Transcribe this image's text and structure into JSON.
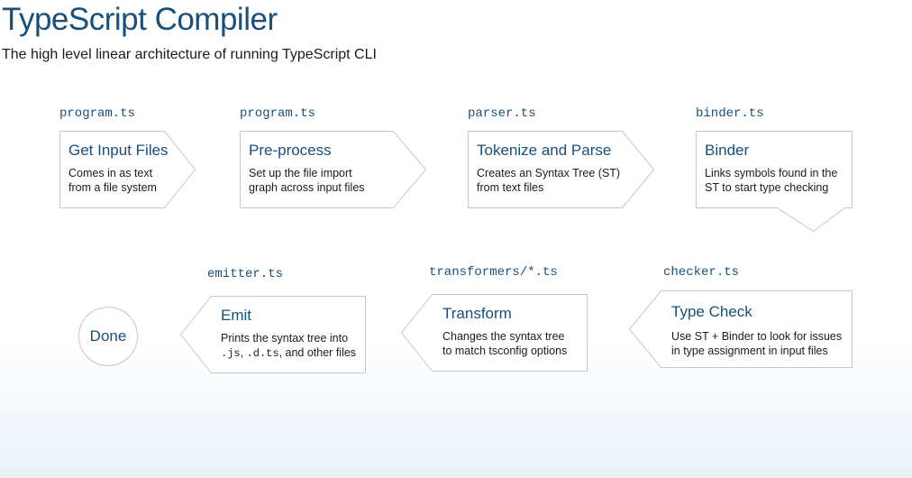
{
  "header": {
    "title": "TypeScript Compiler",
    "subtitle": "The high level linear architecture of running TypeScript CLI"
  },
  "steps": [
    {
      "file": "program.ts",
      "title": "Get Input Files",
      "desc_line1": "Comes in as text",
      "desc_line2": "from a file system"
    },
    {
      "file": "program.ts",
      "title": "Pre-process",
      "desc_line1": "Set up the file import",
      "desc_line2": "graph across input files"
    },
    {
      "file": "parser.ts",
      "title": "Tokenize and Parse",
      "desc_line1": "Creates an Syntax Tree (ST)",
      "desc_line2": "from text files"
    },
    {
      "file": "binder.ts",
      "title": "Binder",
      "desc_line1": "Links symbols found in the",
      "desc_line2": "ST to start type checking"
    },
    {
      "file": "checker.ts",
      "title": "Type Check",
      "desc_line1": "Use ST + Binder to look for issues",
      "desc_line2": "in type assignment in input files"
    },
    {
      "file": "transformers/*.ts",
      "title": "Transform",
      "desc_line1": "Changes the syntax tree",
      "desc_line2": "to match tsconfig options"
    },
    {
      "file": "emitter.ts",
      "title": "Emit",
      "desc_line1": "Prints the syntax tree into",
      "desc_js": ".js",
      "desc_sep": ", ",
      "desc_dts": ".d.ts",
      "desc_tail": ", and other files"
    }
  ],
  "done_label": "Done"
}
